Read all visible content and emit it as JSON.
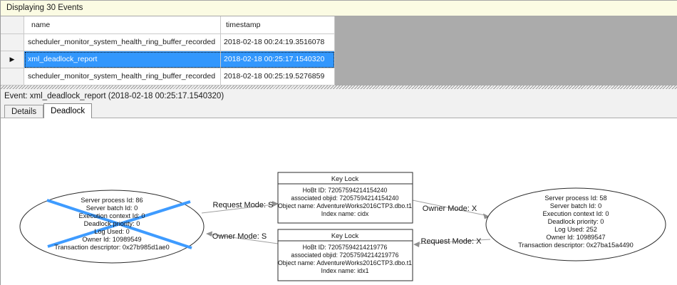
{
  "info_bar": {
    "text": "Displaying 30 Events"
  },
  "grid": {
    "columns": [
      "name",
      "timestamp"
    ],
    "rows": [
      {
        "name": "scheduler_monitor_system_health_ring_buffer_recorded",
        "timestamp": "2018-02-18 00:24:19.3516078"
      },
      {
        "name": "xml_deadlock_report",
        "timestamp": "2018-02-18 00:25:17.1540320"
      },
      {
        "name": "scheduler_monitor_system_health_ring_buffer_recorded",
        "timestamp": "2018-02-18 00:25:19.5276859"
      }
    ]
  },
  "icons": {
    "current_row_marker": "▶"
  },
  "event_bar": {
    "text": "Event: xml_deadlock_report (2018-02-18 00:25:17.1540320)"
  },
  "tabs": [
    {
      "label": "Details",
      "active": false
    },
    {
      "label": "Deadlock",
      "active": true
    }
  ],
  "deadlock_graph": {
    "process_left": {
      "victim": true,
      "lines": [
        "Server process Id: 86",
        "Server batch Id: 0",
        "Execution context Id: 0",
        "Deadlock priority: 0",
        "Log Used: 0",
        "Owner Id: 10989549",
        "Transaction descriptor: 0x27b985d1ae0"
      ]
    },
    "process_right": {
      "victim": false,
      "lines": [
        "Server process Id: 58",
        "Server batch Id: 0",
        "Execution context Id: 0",
        "Deadlock priority: 0",
        "Log Used: 252",
        "Owner Id: 10989547",
        "Transaction descriptor: 0x27ba15a4490"
      ]
    },
    "resource_top": {
      "title": "Key Lock",
      "lines": [
        "HoBt ID: 72057594214154240",
        "associated objid: 72057594214154240",
        "Object name: AdventureWorks2016CTP3.dbo.t1",
        "Index name: cidx"
      ]
    },
    "resource_bottom": {
      "title": "Key Lock",
      "lines": [
        "HoBt ID: 72057594214219776",
        "associated objid: 72057594214219776",
        "Object name: AdventureWorks2016CTP3.dbo.t1",
        "Index name: idx1"
      ]
    },
    "edges": [
      {
        "label": "Request Mode: S"
      },
      {
        "label": "Owner Mode: S"
      },
      {
        "label": "Owner Mode: X"
      },
      {
        "label": "Request Mode: X"
      }
    ]
  },
  "colors": {
    "selection_blue": "#3297fd",
    "victim_cross_blue": "#3e9bff",
    "info_bar_yellow": "#fbfbe3",
    "grid_filler_gray": "#ababab"
  }
}
